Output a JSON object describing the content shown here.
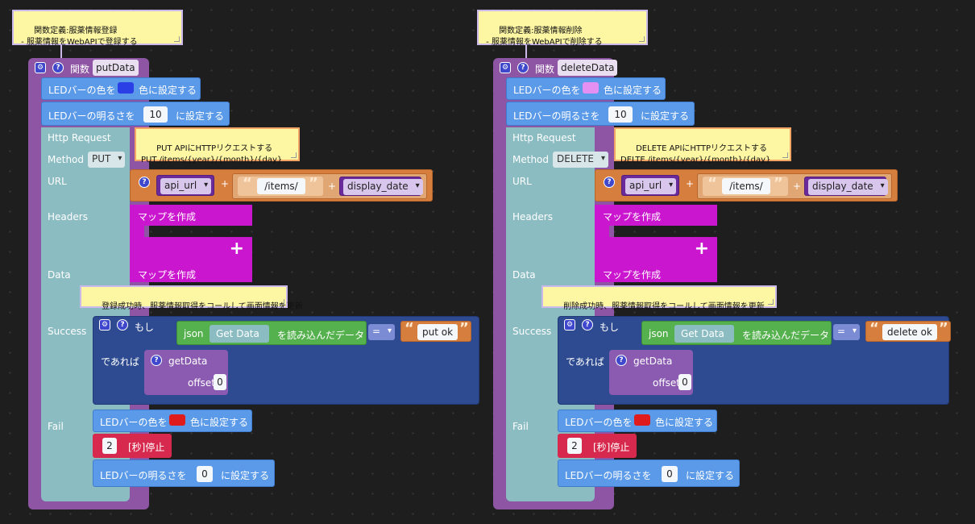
{
  "functions": [
    {
      "comment_top": "関数定義:服薬情報登録\n - 服薬情報をWebAPIで登録する",
      "fn_label": "関数",
      "fn_name": "putData",
      "led_color": {
        "prefix": "LEDバーの色を",
        "suffix": "色に設定する",
        "color": "#2a3fe6"
      },
      "led_brightness": {
        "prefix": "LEDバーの明るさを",
        "value": "10",
        "suffix": "に設定する"
      },
      "http": {
        "title": "Http Request",
        "method_label": "Method",
        "method_value": "PUT",
        "url_label": "URL",
        "headers_label": "Headers",
        "data_label": "Data",
        "success_label": "Success",
        "fail_label": "Fail"
      },
      "comment_url": "PUT APIにHTTPリクエストする\nPUT /items/{year}/{month}/{day}",
      "url_parts": {
        "var1": "api_url",
        "plus": "+",
        "str": "/items/",
        "var2": "display_date"
      },
      "map_label": "マップを作成",
      "plus_sign": "+",
      "comment_success": "登録成功時、服薬情報取得をコールして画面情報を更新",
      "if_block": {
        "if_label": "もし",
        "json": "json",
        "getdata": "Get Data",
        "read": "を読み込んだデータ",
        "eq": "=",
        "compare": "put ok",
        "then_label": "であれば"
      },
      "getdata_call": {
        "name": "getData",
        "offset_label": "offset",
        "offset_value": "0"
      },
      "fail_led": {
        "prefix": "LEDバーの色を",
        "suffix": "色に設定する",
        "color": "#e01b1b"
      },
      "wait": {
        "value": "2",
        "label": "[秒]停止"
      },
      "fail_brightness": {
        "prefix": "LEDバーの明るさを",
        "value": "0",
        "suffix": "に設定する"
      }
    },
    {
      "comment_top": "関数定義:服薬情報削除\n - 服薬情報をWebAPIで削除する",
      "fn_label": "関数",
      "fn_name": "deleteData",
      "led_color": {
        "prefix": "LEDバーの色を",
        "suffix": "色に設定する",
        "color": "#e48ff2"
      },
      "led_brightness": {
        "prefix": "LEDバーの明るさを",
        "value": "10",
        "suffix": "に設定する"
      },
      "http": {
        "title": "Http Request",
        "method_label": "Method",
        "method_value": "DELETE",
        "url_label": "URL",
        "headers_label": "Headers",
        "data_label": "Data",
        "success_label": "Success",
        "fail_label": "Fail"
      },
      "comment_url": "DELETE APIにHTTPリクエストする\nDELTE /items/{year}/{month}/{day}",
      "url_parts": {
        "var1": "api_url",
        "plus": "+",
        "str": "/items/",
        "var2": "display_date"
      },
      "map_label": "マップを作成",
      "plus_sign": "+",
      "comment_success": "削除成功時、服薬情報取得をコールして画面情報を更新",
      "if_block": {
        "if_label": "もし",
        "json": "json",
        "getdata": "Get Data",
        "read": "を読み込んだデータ",
        "eq": "=",
        "compare": "delete ok",
        "then_label": "であれば"
      },
      "getdata_call": {
        "name": "getData",
        "offset_label": "offset",
        "offset_value": "0"
      },
      "fail_led": {
        "prefix": "LEDバーの色を",
        "suffix": "色に設定する",
        "color": "#e01b1b"
      },
      "wait": {
        "value": "2",
        "label": "[秒]停止"
      },
      "fail_brightness": {
        "prefix": "LEDバーの明るさを",
        "value": "0",
        "suffix": "に設定する"
      }
    }
  ]
}
